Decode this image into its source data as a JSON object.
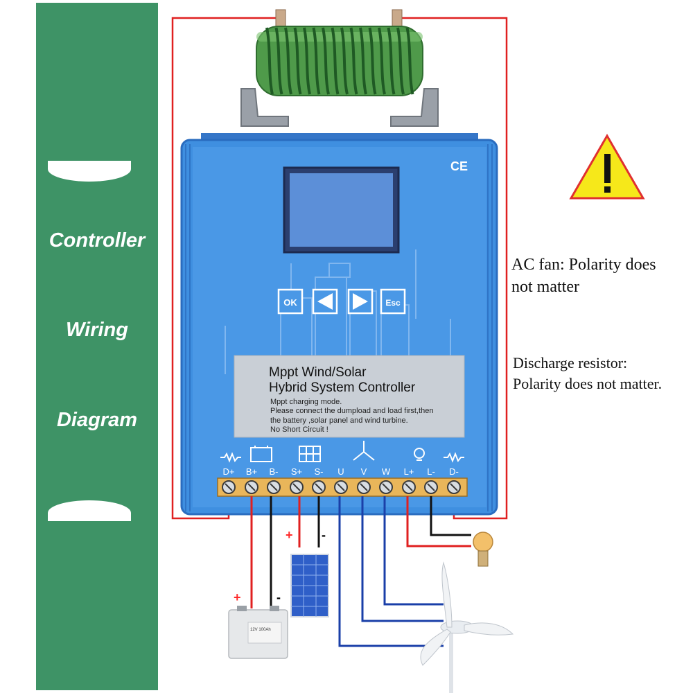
{
  "sidebar": {
    "title_lines": [
      "Controller",
      "Wiring",
      "Diagram"
    ],
    "bg_color": "#3e9366"
  },
  "controller": {
    "cert_mark": "CE",
    "buttons": [
      "OK",
      "◀",
      "▶",
      "Esc"
    ],
    "label_title_1": "Mppt Wind/Solar",
    "label_title_2": "Hybrid System Controller",
    "label_line_1": "Mppt charging mode.",
    "label_line_2": "Please connect the dumpload and load first,then",
    "label_line_3": "the battery ,solar panel and wind turbine.",
    "label_line_4": "No Short Circuit !",
    "terminals": [
      "D+",
      "B+",
      "B-",
      "S+",
      "S-",
      "U",
      "V",
      "W",
      "L+",
      "L-",
      "D-"
    ],
    "body_color": "#3f8fe0"
  },
  "notes": {
    "fan_line_1": "AC fan: Polarity does",
    "fan_line_2": "not matter",
    "resistor_line_1": "Discharge resistor:",
    "resistor_line_2": "Polarity does not matter."
  },
  "signs": {
    "plus": "+",
    "minus": "-"
  },
  "battery_label": "12V 100Ah",
  "icons": [
    "warning-icon",
    "resistor-icon",
    "battery-icon",
    "solar-panel-icon",
    "wind-turbine-icon",
    "bulb-icon",
    "load-bulb-icon"
  ],
  "wire_colors": {
    "positive": "#e02020",
    "negative": "#111111",
    "ac": "#1a3fa8"
  }
}
